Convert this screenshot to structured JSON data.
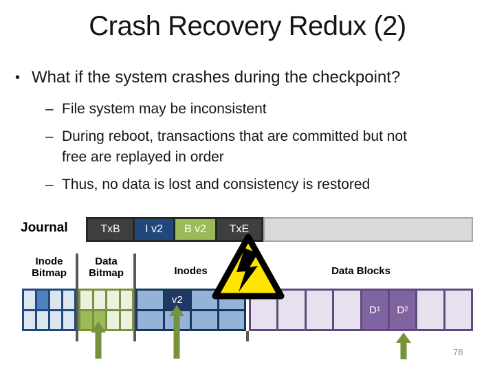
{
  "slide": {
    "title": "Crash Recovery Redux (2)",
    "page_number": "78"
  },
  "bullets": {
    "bullet_char": "•",
    "dash_char": "–",
    "main": "What if the system crashes during the checkpoint?",
    "sub": [
      "File system may be inconsistent",
      "During reboot, transactions that are committed but not\nfree are replayed in order",
      "Thus, no data is lost and consistency is restored"
    ]
  },
  "journal": {
    "label": "Journal",
    "container_color": "#262626",
    "empty_block_color": "#d9d9d9",
    "empty_block_border": "#a6a6a6",
    "blocks": [
      {
        "label": "TxB",
        "color": "#3f3f3f",
        "text_color": "#ffffff"
      },
      {
        "label": "I v2",
        "color": "#1f497d",
        "text_color": "#ffffff"
      },
      {
        "label": "B v2",
        "color": "#9bbb59",
        "text_color": "#ffffff"
      },
      {
        "label": "TxE",
        "color": "#3f3f3f",
        "text_color": "#ffffff"
      }
    ]
  },
  "disk": {
    "sections": [
      {
        "id": "inode-bitmap",
        "label_lines": "Inode\nBitmap",
        "border": "#1f497d",
        "colors": {
          "free": "#dce6f1",
          "used": "#4f81bd"
        },
        "rows": [
          [
            {
              "s": "free"
            },
            {
              "s": "used"
            },
            {
              "s": "free"
            },
            {
              "s": "free"
            }
          ],
          [
            {
              "s": "free"
            },
            {
              "s": "free"
            },
            {
              "s": "free"
            },
            {
              "s": "free"
            }
          ]
        ]
      },
      {
        "id": "data-bitmap",
        "label_lines": "Data\nBitmap",
        "border": "#77933c",
        "colors": {
          "free": "#ebf1de",
          "used": "#9bbb59"
        },
        "rows": [
          [
            {
              "s": "free"
            },
            {
              "s": "free"
            },
            {
              "s": "free"
            },
            {
              "s": "free"
            }
          ],
          [
            {
              "s": "used"
            },
            {
              "s": "used"
            },
            {
              "s": "free"
            },
            {
              "s": "free"
            }
          ]
        ]
      },
      {
        "id": "inodes",
        "label_lines": "Inodes",
        "border": "#17365d",
        "colors": {
          "free": "#95b3d7",
          "used": "#1f3864"
        },
        "rows": [
          [
            {
              "s": "free"
            },
            {
              "s": "used",
              "label": "v2"
            },
            {
              "s": "free"
            },
            {
              "s": "free"
            }
          ],
          [
            {
              "s": "free"
            },
            {
              "s": "free"
            },
            {
              "s": "free"
            },
            {
              "s": "free"
            }
          ]
        ]
      },
      {
        "id": "data-blocks",
        "label_lines": "Data Blocks",
        "border": "#604a7b",
        "colors": {
          "free": "#e6e0ef",
          "used": "#8064a2"
        },
        "rows": [
          [
            {
              "s": "free"
            },
            {
              "s": "free"
            },
            {
              "s": "free"
            },
            {
              "s": "free"
            },
            {
              "s": "used",
              "label": "D",
              "sub": "1"
            },
            {
              "s": "used",
              "label": "D",
              "sub": "2"
            },
            {
              "s": "free"
            },
            {
              "s": "free"
            }
          ]
        ]
      }
    ]
  },
  "theme": {
    "arrow": "#76923c",
    "warning_fill": "#ffe500",
    "warning_stroke": "#000000",
    "divider": "#595959"
  }
}
